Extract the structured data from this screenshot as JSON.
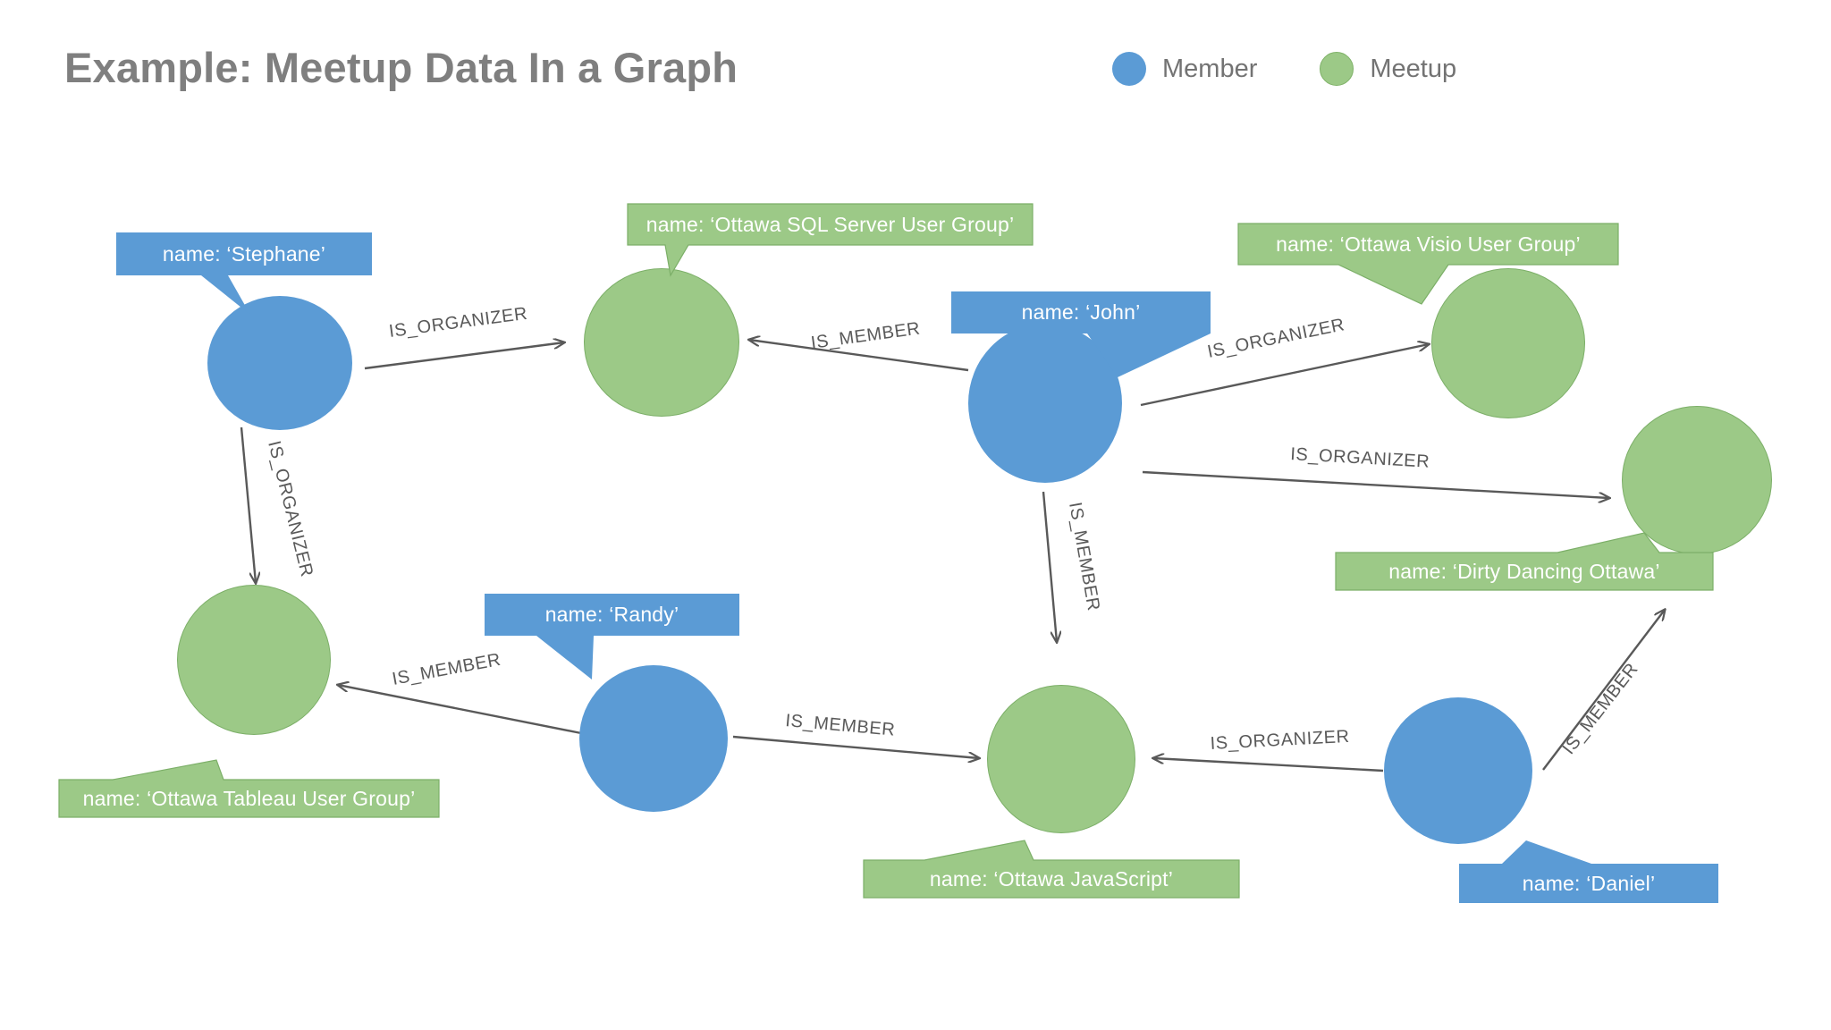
{
  "title": "Example: Meetup Data In a Graph",
  "colors": {
    "member": "#5B9BD5",
    "meetup": "#9CC987",
    "meetup_border": "#7CAF68",
    "edge": "#595959",
    "title_text": "#7F7F7F",
    "legend_text": "#737373",
    "callout_text": "#FFFFFF",
    "background": "#FFFFFF"
  },
  "legend": {
    "items": [
      {
        "label": "Member",
        "color": "#5B9BD5",
        "shape": "circle"
      },
      {
        "label": "Meetup",
        "color": "#9CC987",
        "shape": "circle"
      }
    ]
  },
  "chart_data": {
    "type": "diagram",
    "title": "Example: Meetup Data In a Graph",
    "graph_kind": "property-graph",
    "node_types": [
      "Member",
      "Meetup"
    ],
    "relationship_types": [
      "IS_ORGANIZER",
      "IS_MEMBER"
    ],
    "nodes": [
      {
        "id": "stephane",
        "type": "Member",
        "property": "name",
        "value": "Stephane",
        "label": "name: ‘Stephane’"
      },
      {
        "id": "sqlserver",
        "type": "Meetup",
        "property": "name",
        "value": "Ottawa SQL Server User Group",
        "label": "name: ‘Ottawa SQL Server User Group’"
      },
      {
        "id": "john",
        "type": "Member",
        "property": "name",
        "value": "John",
        "label": "name: ‘John’"
      },
      {
        "id": "visio",
        "type": "Meetup",
        "property": "name",
        "value": "Ottawa Visio User Group",
        "label": "name: ‘Ottawa Visio User Group’"
      },
      {
        "id": "dirtydancing",
        "type": "Meetup",
        "property": "name",
        "value": "Dirty Dancing Ottawa",
        "label": "name: ‘Dirty Dancing Ottawa’"
      },
      {
        "id": "tableau",
        "type": "Meetup",
        "property": "name",
        "value": "Ottawa Tableau User Group",
        "label": "name: ‘Ottawa Tableau User Group’"
      },
      {
        "id": "randy",
        "type": "Member",
        "property": "name",
        "value": "Randy",
        "label": "name: ‘Randy’"
      },
      {
        "id": "javascript",
        "type": "Meetup",
        "property": "name",
        "value": "Ottawa JavaScript",
        "label": "name: ‘Ottawa JavaScript’"
      },
      {
        "id": "daniel",
        "type": "Member",
        "property": "name",
        "value": "Daniel",
        "label": "name: ‘Daniel’"
      }
    ],
    "edges": [
      {
        "from": "stephane",
        "to": "sqlserver",
        "label": "IS_ORGANIZER"
      },
      {
        "from": "stephane",
        "to": "tableau",
        "label": "IS_ORGANIZER"
      },
      {
        "from": "john",
        "to": "sqlserver",
        "label": "IS_MEMBER"
      },
      {
        "from": "john",
        "to": "visio",
        "label": "IS_ORGANIZER"
      },
      {
        "from": "john",
        "to": "dirtydancing",
        "label": "IS_ORGANIZER"
      },
      {
        "from": "john",
        "to": "javascript",
        "label": "IS_MEMBER"
      },
      {
        "from": "randy",
        "to": "tableau",
        "label": "IS_MEMBER"
      },
      {
        "from": "randy",
        "to": "javascript",
        "label": "IS_MEMBER"
      },
      {
        "from": "daniel",
        "to": "javascript",
        "label": "IS_ORGANIZER"
      },
      {
        "from": "daniel",
        "to": "dirtydancing",
        "label": "IS_MEMBER"
      }
    ]
  },
  "edge_labels": {
    "stephane_sqlserver": "IS_ORGANIZER",
    "stephane_tableau": "IS_ORGANIZER",
    "john_sqlserver": "IS_MEMBER",
    "john_visio": "IS_ORGANIZER",
    "john_dirtydancing": "IS_ORGANIZER",
    "john_javascript": "IS_MEMBER",
    "randy_tableau": "IS_MEMBER",
    "randy_javascript": "IS_MEMBER",
    "daniel_javascript": "IS_ORGANIZER",
    "daniel_dirtydancing": "IS_MEMBER"
  },
  "callouts": {
    "stephane": "name: ‘Stephane’",
    "sqlserver": "name: ‘Ottawa SQL Server User Group’",
    "john": "name: ‘John’",
    "visio": "name: ‘Ottawa Visio User Group’",
    "dirtydancing": "name: ‘Dirty Dancing Ottawa’",
    "tableau": "name: ‘Ottawa Tableau User Group’",
    "randy": "name: ‘Randy’",
    "javascript": "name: ‘Ottawa JavaScript’",
    "daniel": "name: ‘Daniel’"
  }
}
